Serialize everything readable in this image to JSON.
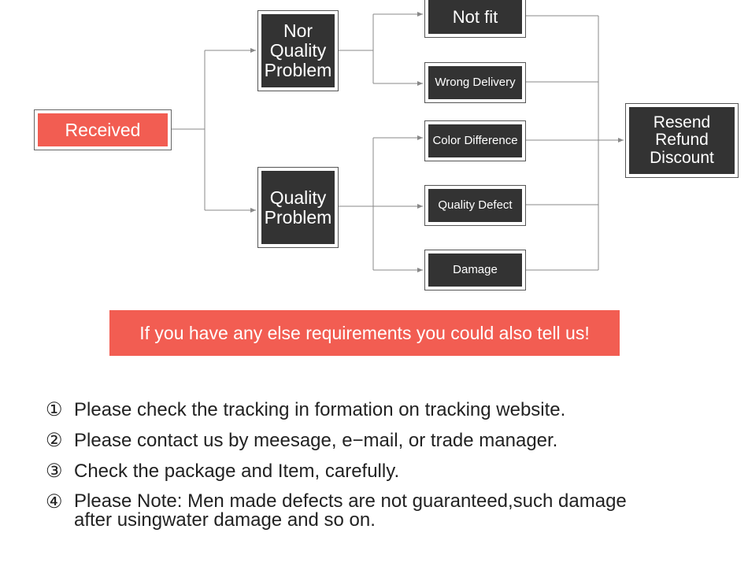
{
  "flow": {
    "received": "Received",
    "nor_quality_problem": "Nor\nQuality\nProblem",
    "quality_problem": "Quality\nProblem",
    "not_fit": "Not fit",
    "wrong_delivery": "Wrong Delivery",
    "color_difference": "Color Difference",
    "quality_defect": "Quality Defect",
    "damage": "Damage",
    "resolution": "Resend\nRefund\nDiscount"
  },
  "colors": {
    "accent": "#f25d52",
    "node_fill": "#333333",
    "connector": "#888888"
  },
  "banner": {
    "text": "If you have any else requirements you could also tell us!"
  },
  "notes": [
    {
      "num": "①",
      "text": "Please check the tracking in formation on tracking website."
    },
    {
      "num": "②",
      "text": "Please contact us by meesage, e−mail, or trade manager."
    },
    {
      "num": "③",
      "text": "Check the package and Item, carefully."
    },
    {
      "num": "④",
      "text": "Please Note: Men made defects are not guaranteed,such damage\nafter usingwater damage and so on."
    }
  ]
}
